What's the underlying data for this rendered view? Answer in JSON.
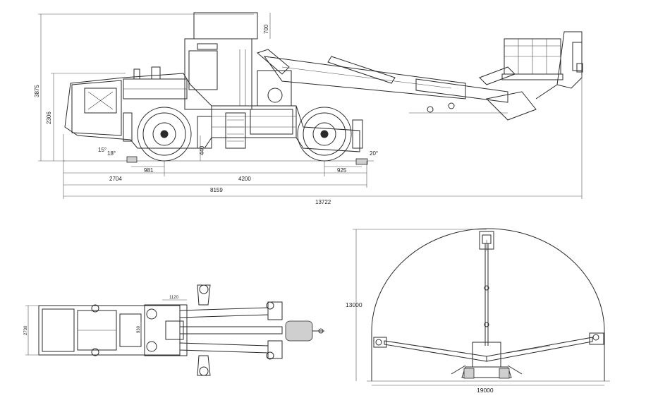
{
  "side_view": {
    "dim_height_total": "3875",
    "dim_height_body": "2306",
    "dim_top": "700",
    "dim_ground_clearance": "440",
    "angle_front": "15°",
    "angle_approach": "18°",
    "angle_rear": "20°",
    "dim_front_overhang": "981",
    "dim_rear_overhang": "925",
    "dim_front_to_axle": "2704",
    "dim_wheelbase": "4200",
    "dim_machine_length": "8159",
    "dim_total_length": "13722"
  },
  "top_view": {
    "dim_width": "2730",
    "dim_platform": "1120",
    "dim_track": "930"
  },
  "front_view": {
    "dim_reach_height": "13000",
    "dim_reach_width": "19000"
  }
}
